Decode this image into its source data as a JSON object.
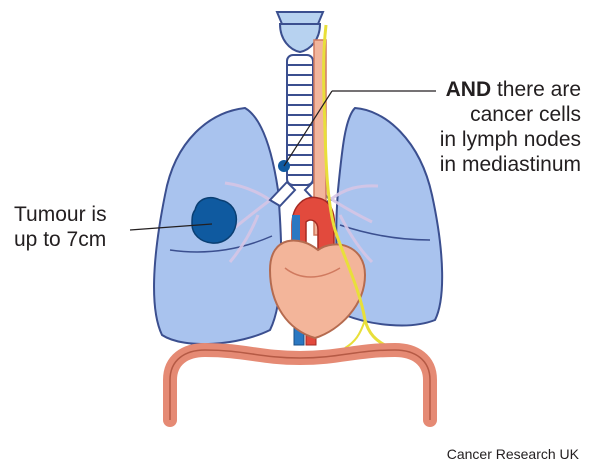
{
  "callouts": {
    "tumour": {
      "line1": "Tumour is",
      "line2": "up to 7cm"
    },
    "lymph": {
      "line1_bold": "AND",
      "line1_rest": " there are",
      "line2": "cancer cells",
      "line3": "in lymph nodes",
      "line4": "in mediastinum"
    }
  },
  "credit": "Cancer Research UK",
  "colors": {
    "lung_fill": "#a9c3ee",
    "lung_stroke": "#3b4f8f",
    "tumour": "#0f5aa0",
    "aorta": "#e24a3d",
    "vein": "#2b78c2",
    "heart": "#f3b59a",
    "nerve": "#e8df3a",
    "diaphragm": "#e58a74"
  }
}
